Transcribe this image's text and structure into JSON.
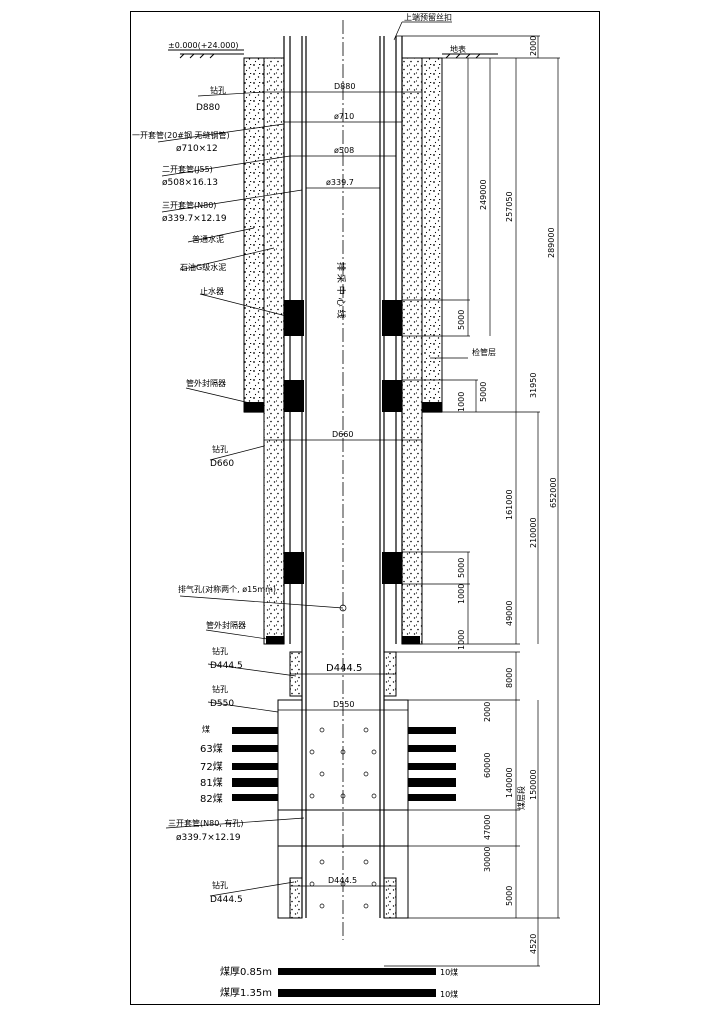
{
  "top": {
    "elevation": "±0.000(+24.000)",
    "wire_label": "上端预留丝扣",
    "ground": "地表"
  },
  "labels": {
    "drill_d880": [
      "钻孔",
      "D880"
    ],
    "casing1": [
      "一开套管(20#钢  无缝钢管)",
      "ø710×12"
    ],
    "casing2": [
      "二开套管(J55)",
      "ø508×16.13"
    ],
    "casing3": [
      "三开套管(N80)",
      "ø339.7×12.19"
    ],
    "cement": "普通水泥",
    "g_cement": "石油G级水泥",
    "water_stop": "止水器",
    "packer1": "管外封隔器",
    "drill_d660": [
      "钻孔",
      "D660"
    ],
    "exhaust": "排气孔(对称两个, ø15mm)",
    "packer2": "管外封隔器",
    "drill_d4445a": [
      "钻孔",
      "D444.5"
    ],
    "drill_d550": [
      "钻孔",
      "D550"
    ],
    "coal": "煤",
    "coal_63": "63煤",
    "coal_72": "72煤",
    "coal_81": "81煤",
    "coal_82": "82煤",
    "casing3b": [
      "三开套管(N80, 有孔)",
      "ø339.7×12.19"
    ],
    "drill_d4445b": [
      "钻孔",
      "D444.5"
    ],
    "test_layer": "检管层",
    "center_text": "排 采 中 心 线"
  },
  "inline_dims": {
    "d880": "D880",
    "p710": "ø710",
    "p508": "ø508",
    "p3397": "ø339.7",
    "d660": "D660",
    "d4445a": "D444.5",
    "d550": "D550",
    "d4445b": "D444.5"
  },
  "dims": {
    "v2000a": "2000",
    "v249000": "249000",
    "v257050": "257050",
    "v289000": "289000",
    "v5000a": "5000",
    "v31950": "31950",
    "v5000b": "5000",
    "v1000a": "1000",
    "v161000": "161000",
    "v210000": "210000",
    "v652000": "652000",
    "v5000c": "5000",
    "v1000b": "1000",
    "v49000": "49000",
    "v1000c": "1000",
    "v8000": "8000",
    "v2000b": "2000",
    "v60000": "60000",
    "v140000": "140000",
    "v150000": "150000",
    "v_coal_seg": "煤层段",
    "v47000": "47000",
    "v30000": "30000",
    "v5000d": "5000",
    "v4520": "4520"
  },
  "legend": {
    "row1_label": "煤厚0.85m",
    "row1_right": "10煤",
    "row2_label": "煤厚1.35m",
    "row2_right": "10煤"
  },
  "colors": {
    "line": "#000000",
    "fill": "#000000",
    "paper": "#ffffff"
  }
}
